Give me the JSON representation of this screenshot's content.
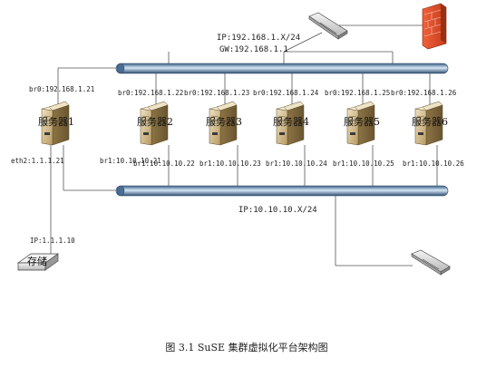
{
  "top_network": {
    "ip_label": "IP:192.168.1.X/24",
    "gw_label": "GW:192.168.1.1"
  },
  "bottom_network": {
    "ip_label": "IP:10.10.10.X/24"
  },
  "servers": [
    {
      "name": "服务器1",
      "br0": "br0:192.168.1.21",
      "br1": "br1:10.10.10.21",
      "eth2": "eth2:1.1.1.21"
    },
    {
      "name": "服务器2",
      "br0": "br0:192.168.1.22",
      "br1": "br1:10.10.10.22"
    },
    {
      "name": "服务器3",
      "br0": "br0:192.168.1.23",
      "br1": "br1:10.10.10.23"
    },
    {
      "name": "服务器4",
      "br0": "br0:192.168.1.24",
      "br1": "br1:10.10.10.24"
    },
    {
      "name": "服务器5",
      "br0": "br0:192.168.1.25",
      "br1": "br1:10.10.10.25"
    },
    {
      "name": "服务器6",
      "br0": "br0:192.168.1.26",
      "br1": "br1:10.10.10.26"
    }
  ],
  "storage": {
    "ip_label": "IP:1.1.1.10",
    "name": "存储"
  },
  "caption": "图 3.1 SuSE 集群虚拟化平台架构图",
  "colors": {
    "bus_dark": "#33557a",
    "bus_light": "#cfe0f0",
    "firewall": "#e0502a",
    "server_body": "#dcc79c"
  }
}
